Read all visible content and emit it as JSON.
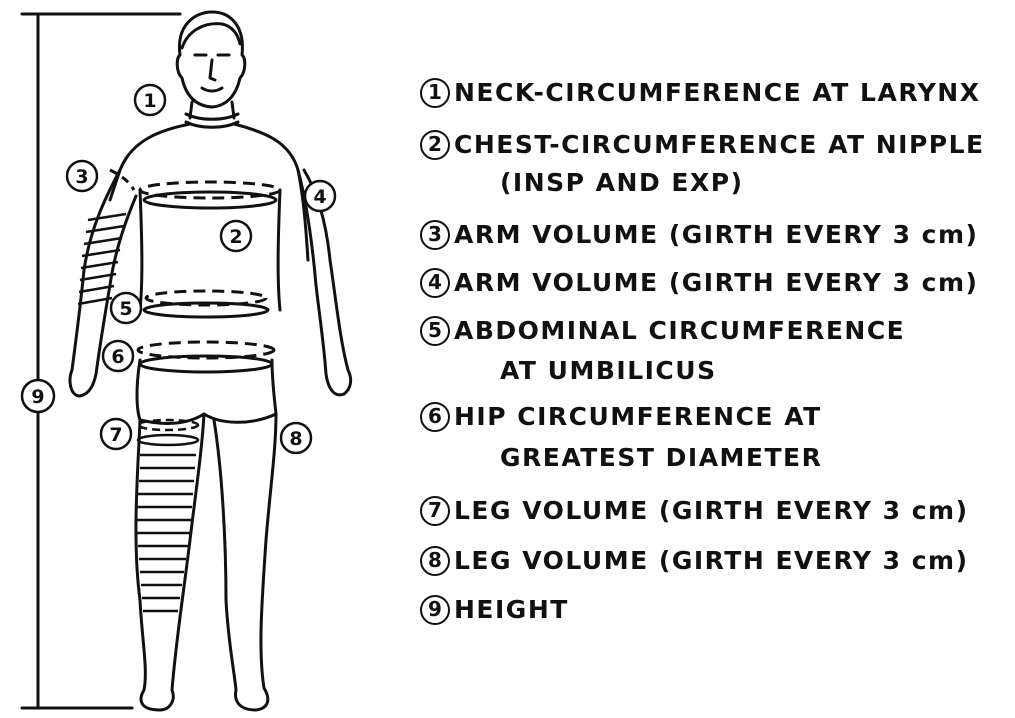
{
  "callouts": [
    {
      "number": "1",
      "text": "NECK-CIRCUMFERENCE AT LARYNX",
      "cont": ""
    },
    {
      "number": "2",
      "text": "CHEST-CIRCUMFERENCE AT NIPPLE",
      "cont": "(INSP AND EXP)"
    },
    {
      "number": "3",
      "text": "ARM VOLUME (GIRTH EVERY 3 cm)",
      "cont": ""
    },
    {
      "number": "4",
      "text": "ARM VOLUME (GIRTH EVERY 3 cm)",
      "cont": ""
    },
    {
      "number": "5",
      "text": "ABDOMINAL CIRCUMFERENCE",
      "cont": "AT UMBILICUS"
    },
    {
      "number": "6",
      "text": "HIP CIRCUMFERENCE AT",
      "cont": "GREATEST DIAMETER"
    },
    {
      "number": "7",
      "text": "LEG VOLUME (GIRTH EVERY 3 cm)",
      "cont": ""
    },
    {
      "number": "8",
      "text": "LEG VOLUME (GIRTH EVERY 3 cm)",
      "cont": ""
    },
    {
      "number": "9",
      "text": "HEIGHT",
      "cont": ""
    }
  ]
}
